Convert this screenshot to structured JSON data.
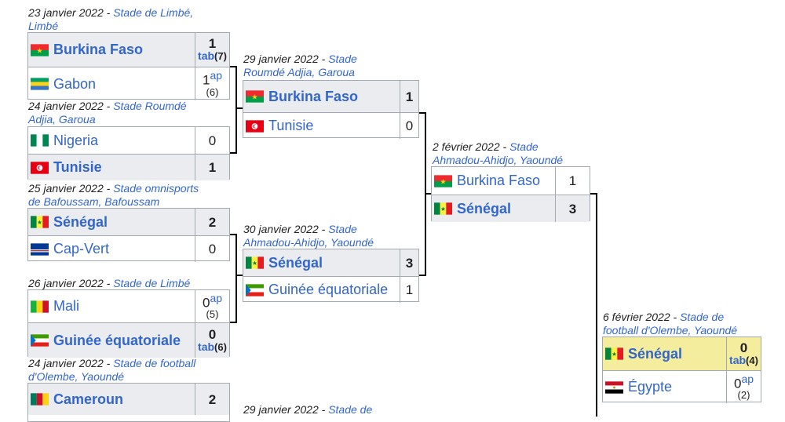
{
  "round16": [
    {
      "date": "23 janvier 2022",
      "venue": "Stade de Limbé, Limbé",
      "team1": {
        "name": "Burkina Faso",
        "flag": "burkina-faso-flag",
        "score": "1",
        "extra": "tab",
        "pens": "(7)"
      },
      "team2": {
        "name": "Gabon",
        "flag": "gabon-flag",
        "score": "1",
        "extra": "ap",
        "pens": "(6)"
      }
    },
    {
      "date": "24 janvier 2022",
      "venue": "Stade Roumdé Adjia, Garoua",
      "team1": {
        "name": "Nigeria",
        "flag": "nigeria-flag",
        "score": "0"
      },
      "team2": {
        "name": "Tunisie",
        "flag": "tunisia-flag",
        "score": "1"
      }
    },
    {
      "date": "25 janvier 2022",
      "venue": "Stade omnisports de Bafoussam, Bafoussam",
      "team1": {
        "name": "Sénégal",
        "flag": "senegal-flag",
        "score": "2"
      },
      "team2": {
        "name": "Cap-Vert",
        "flag": "cape-verde-flag",
        "score": "0"
      }
    },
    {
      "date": "26 janvier 2022",
      "venue": "Stade de Limbé",
      "team1": {
        "name": "Mali",
        "flag": "mali-flag",
        "score": "0",
        "extra": "ap",
        "pens": "(5)"
      },
      "team2": {
        "name": "Guinée équatoriale",
        "flag": "equatorial-guinea-flag",
        "score": "0",
        "extra": "tab",
        "pens": "(6)"
      }
    },
    {
      "date": "24 janvier 2022",
      "venue": "Stade de football d'Olembe, Yaoundé",
      "team1": {
        "name": "Cameroun",
        "flag": "cameroon-flag",
        "score": "2"
      }
    }
  ],
  "quarter": [
    {
      "date": "29 janvier 2022",
      "venue": "Stade Roumdé Adjia, Garoua",
      "team1": {
        "name": "Burkina Faso",
        "score": "1"
      },
      "team2": {
        "name": "Tunisie",
        "score": "0"
      }
    },
    {
      "date": "30 janvier 2022",
      "venue": "Stade Ahmadou-Ahidjo, Yaoundé",
      "team1": {
        "name": "Sénégal",
        "score": "3"
      },
      "team2": {
        "name": "Guinée équatoriale",
        "score": "1"
      }
    },
    {
      "date": "29 janvier 2022",
      "venue": "Stade de"
    }
  ],
  "semi": [
    {
      "date": "2 février 2022",
      "venue": "Stade Ahmadou-Ahidjo, Yaoundé",
      "team1": {
        "name": "Burkina Faso",
        "score": "1"
      },
      "team2": {
        "name": "Sénégal",
        "score": "3"
      }
    }
  ],
  "final": {
    "date": "6 février 2022",
    "venue": "Stade de football d'Olembe, Yaoundé",
    "team1": {
      "name": "Sénégal",
      "score": "0",
      "extra": "tab",
      "pens": "(4)"
    },
    "team2": {
      "name": "Égypte",
      "flag": "egypt-flag",
      "score": "0",
      "extra": "ap",
      "pens": "(2)"
    }
  },
  "colors": {
    "link": "#3366cc",
    "winner_bg": "#eaecf0",
    "final_winner_bg": "#f4ed9d",
    "border": "#a2a9b1"
  }
}
